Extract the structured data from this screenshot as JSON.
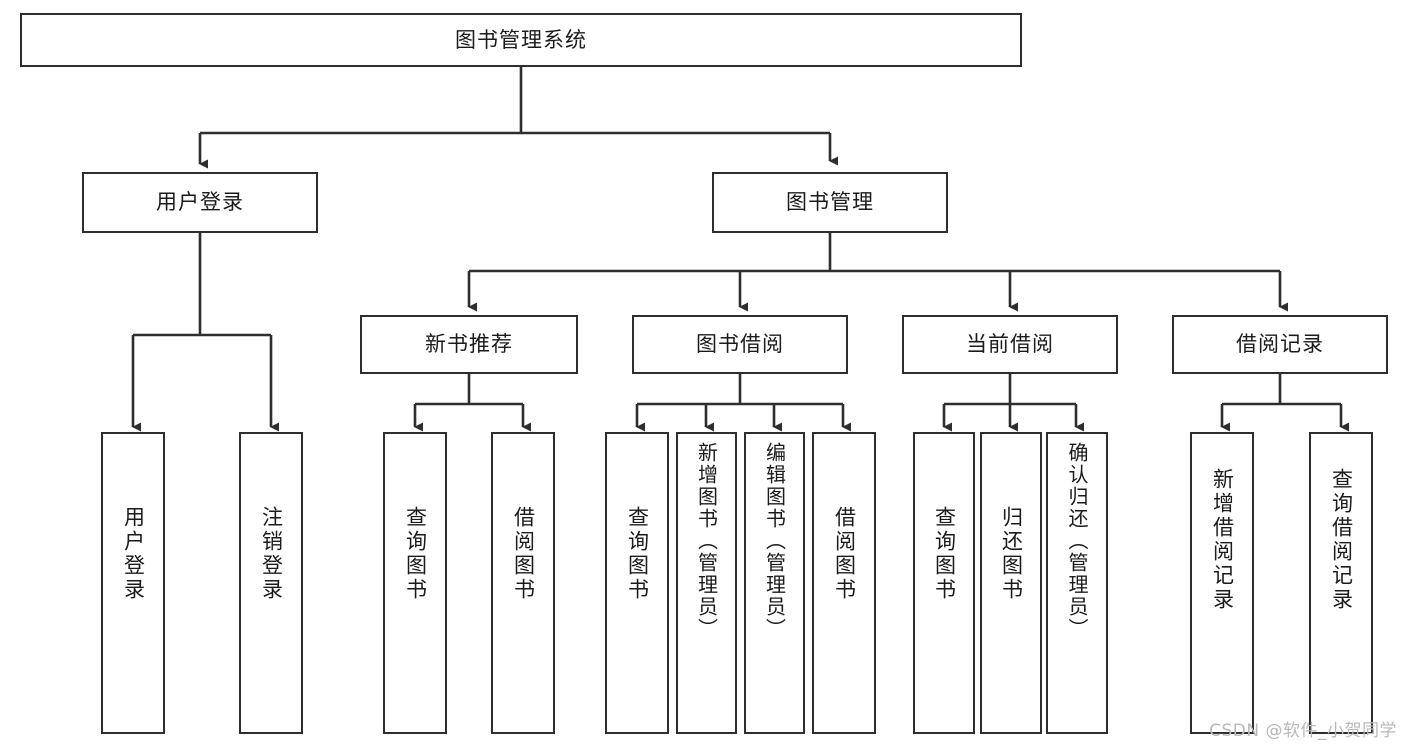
{
  "diagram": {
    "title": "图书管理系统",
    "type": "hierarchy-tree",
    "watermark": "CSDN @软件_小贺同学",
    "colors": {
      "stroke": "#2e2e2e",
      "fill": "#ffffff",
      "text": "#1b1b1b",
      "watermark": "#b9b9b9"
    },
    "root": {
      "label": "图书管理系统"
    },
    "level2": [
      {
        "label": "用户登录"
      },
      {
        "label": "图书管理"
      }
    ],
    "level3": [
      {
        "label": "新书推荐"
      },
      {
        "label": "图书借阅"
      },
      {
        "label": "当前借阅"
      },
      {
        "label": "借阅记录"
      }
    ],
    "leaves": {
      "user_login": [
        {
          "label": "用户登录"
        },
        {
          "label": "注销登录"
        }
      ],
      "new_book": [
        {
          "label": "查询图书"
        },
        {
          "label": "借阅图书"
        }
      ],
      "book_borrow": [
        {
          "label": "查询图书"
        },
        {
          "label": "新增图书（管理员）"
        },
        {
          "label": "编辑图书（管理员）"
        },
        {
          "label": "借阅图书"
        }
      ],
      "current_borrow": [
        {
          "label": "查询图书"
        },
        {
          "label": "归还图书"
        },
        {
          "label": "确认归还（管理员）"
        }
      ],
      "borrow_record": [
        {
          "label": "新增借阅记录"
        },
        {
          "label": "查询借阅记录"
        }
      ]
    }
  }
}
